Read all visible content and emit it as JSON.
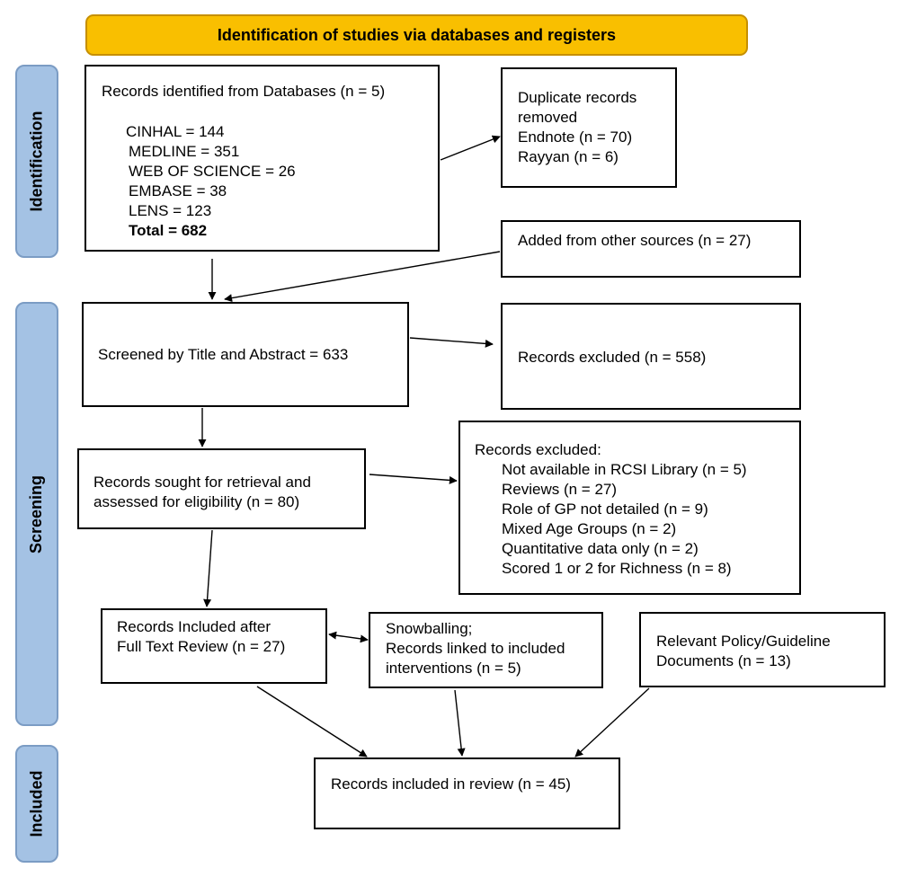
{
  "header": {
    "title": "Identification of studies via databases and registers"
  },
  "phases": {
    "identification": "Identification",
    "screening": "Screening",
    "included": "Included"
  },
  "boxes": {
    "databases": {
      "heading": "Records identified from Databases (n = 5)",
      "items": [
        "CINHAL = 144",
        "MEDLINE = 351",
        "WEB OF SCIENCE = 26",
        "EMBASE = 38",
        "LENS = 123"
      ],
      "total": "Total = 682"
    },
    "duplicates": {
      "lines": [
        "Duplicate records",
        "removed",
        "Endnote (n = 70)",
        "Rayyan (n = 6)"
      ]
    },
    "other_sources": {
      "text": "Added from other sources (n = 27)"
    },
    "screened": {
      "text": "Screened by Title and Abstract = 633"
    },
    "excluded_tiab": {
      "text": "Records excluded (n = 558)"
    },
    "sought": {
      "lines": [
        "Records sought for retrieval and",
        "assessed for eligibility (n = 80)"
      ]
    },
    "excluded_full": {
      "heading": "Records excluded:",
      "items": [
        "Not available in RCSI Library (n = 5)",
        "Reviews (n = 27)",
        "Role of GP not detailed (n = 9)",
        "Mixed Age Groups (n = 2)",
        "Quantitative data only (n = 2)",
        "Scored 1 or 2 for Richness (n = 8)"
      ]
    },
    "included_fulltext": {
      "lines": [
        "Records Included after",
        "Full Text Review (n = 27)"
      ]
    },
    "snowballing": {
      "lines": [
        "Snowballing;",
        "Records linked to included",
        "interventions (n = 5)"
      ]
    },
    "policy": {
      "lines": [
        "Relevant Policy/Guideline",
        "Documents (n = 13)"
      ]
    },
    "final": {
      "text": "Records included in review (n = 45)"
    }
  }
}
